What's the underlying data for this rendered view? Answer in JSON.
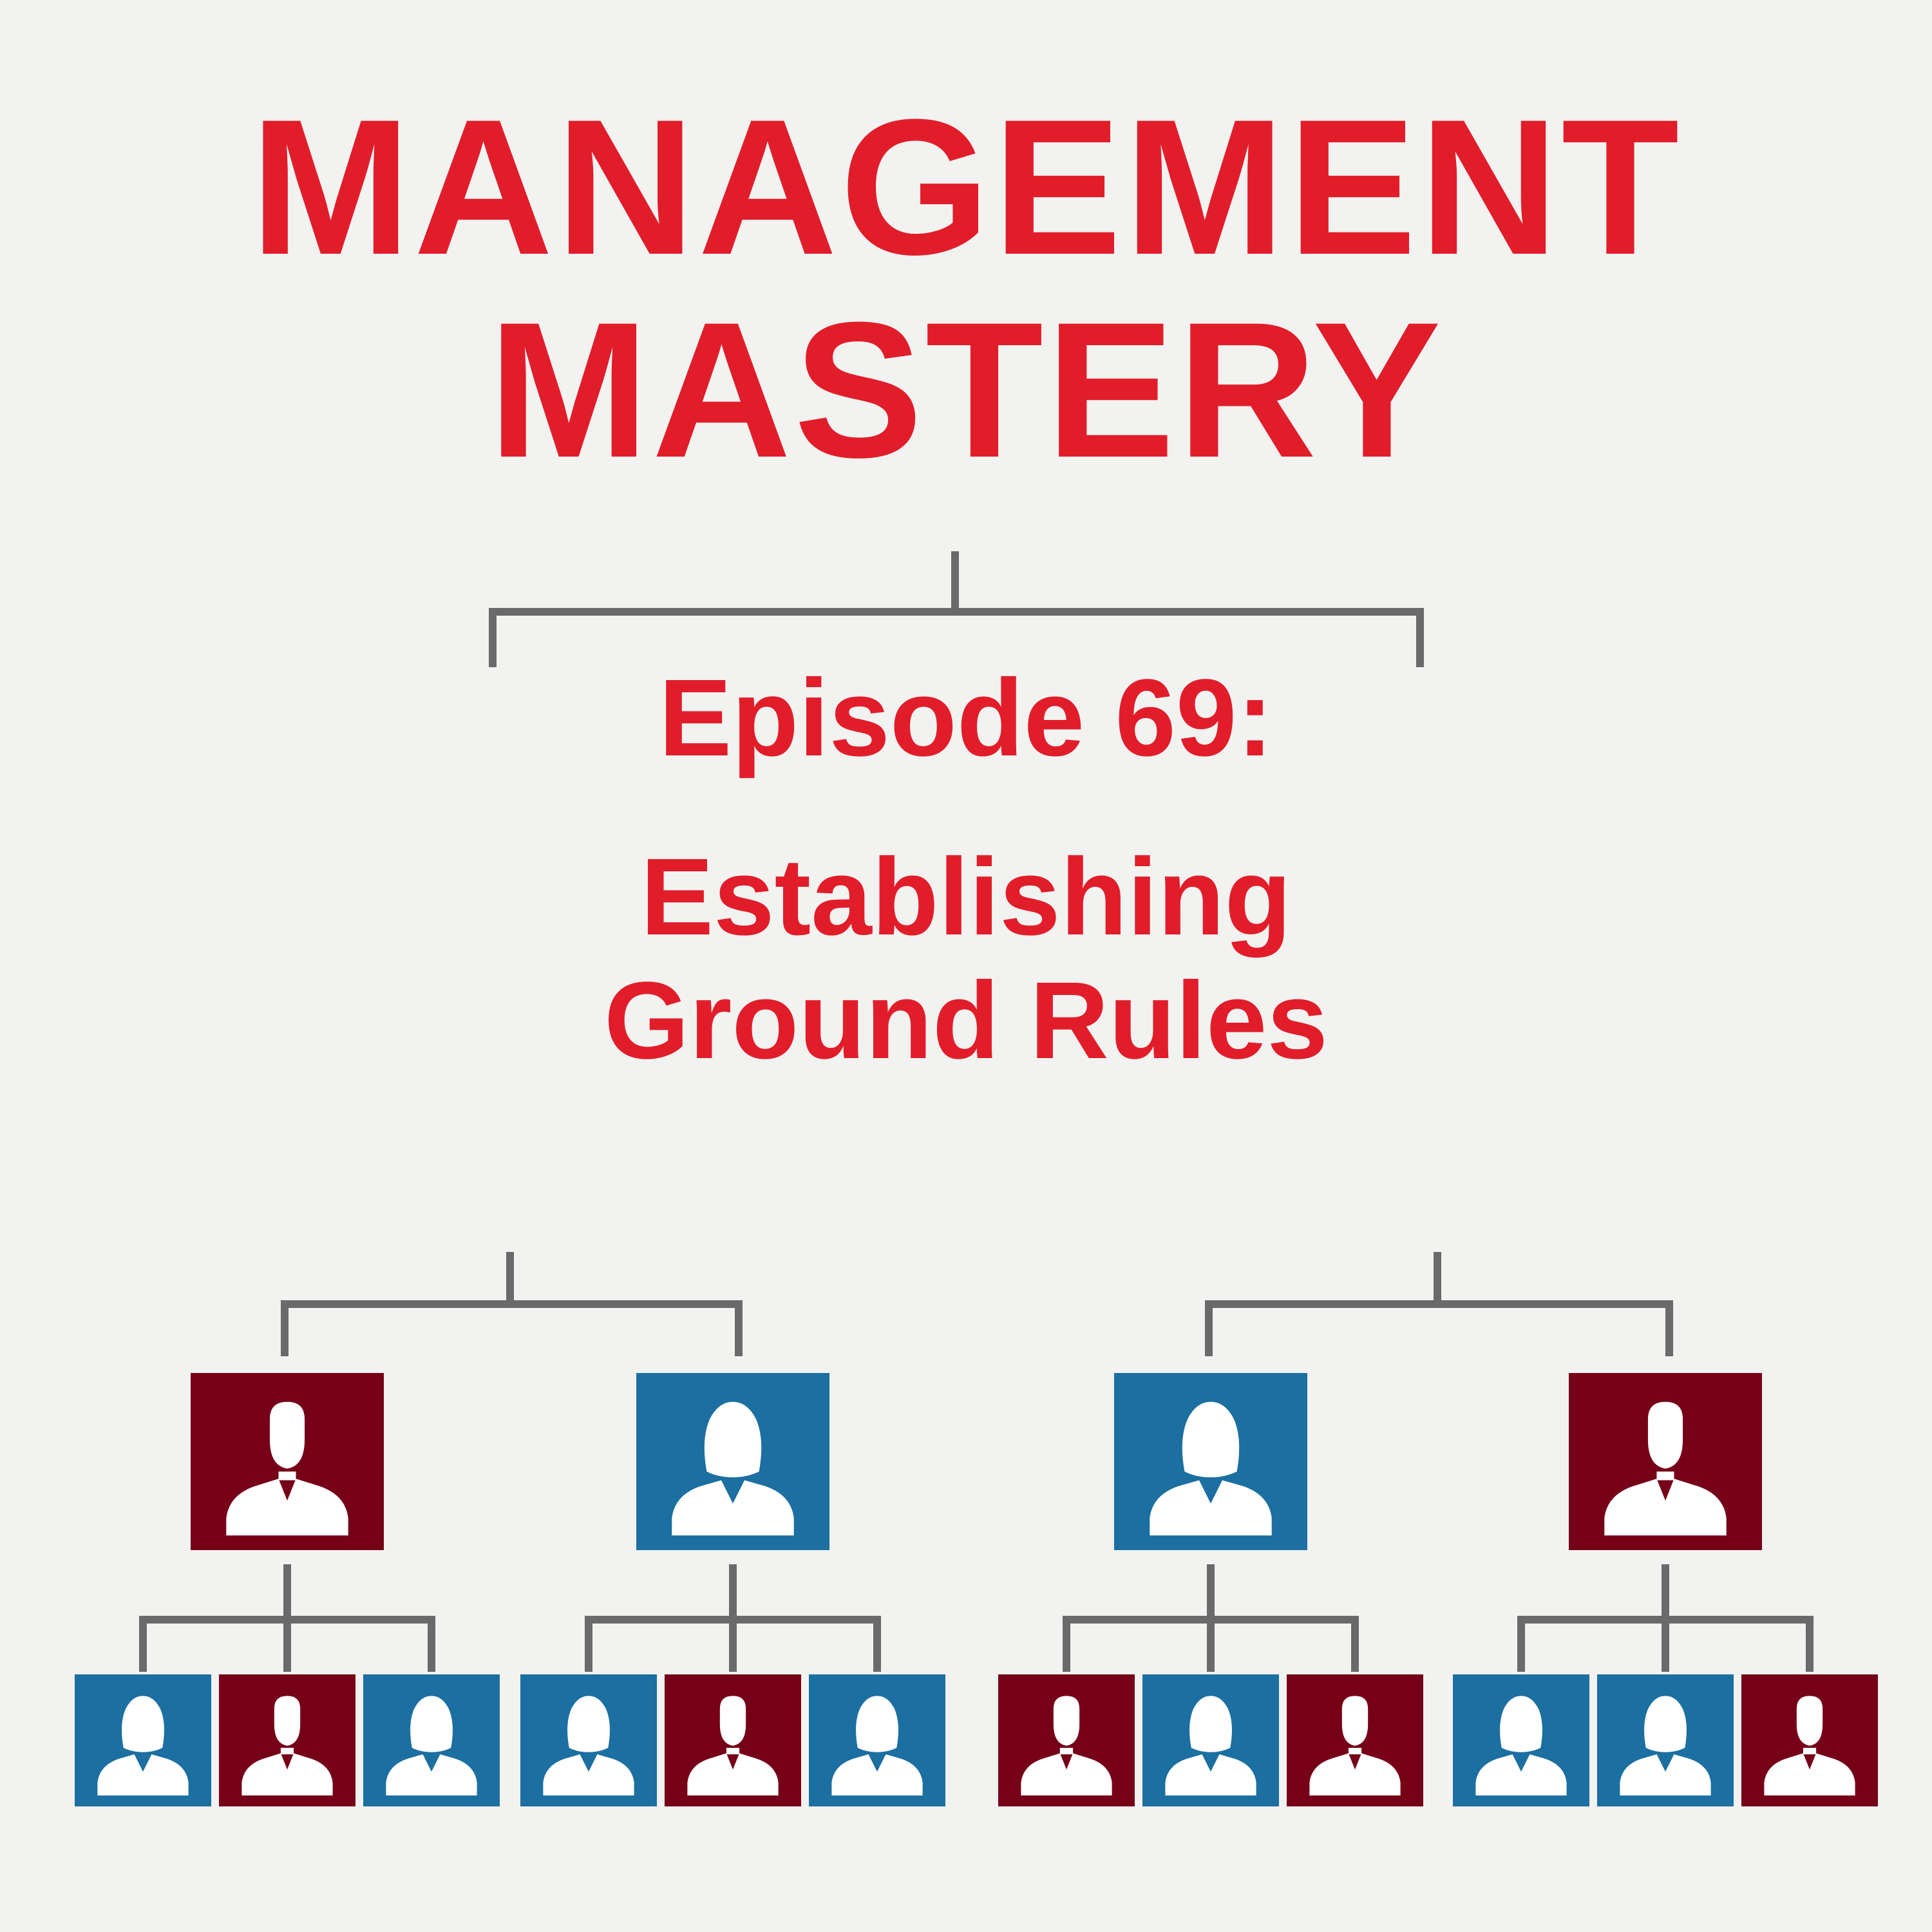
{
  "title": {
    "line_1": "MANAGEMENT",
    "line_2": "MASTERY"
  },
  "episode": {
    "label": "Episode 69:",
    "topic_line_1": "Establishing",
    "topic_line_2": "Ground Rules"
  },
  "colors": {
    "title_red": "#e11d2a",
    "male_tile": "#760018",
    "female_tile": "#1b6fa1",
    "connector_gray": "#6a6a6a",
    "background": "#f2f2f1",
    "silhouette": "#ffffff"
  },
  "org_chart": {
    "managers": [
      {
        "icon": "businessman-icon",
        "reports": [
          "businesswoman-icon",
          "businessman-icon",
          "businesswoman-icon"
        ]
      },
      {
        "icon": "businesswoman-icon",
        "reports": [
          "businesswoman-icon",
          "businessman-icon",
          "businesswoman-icon"
        ]
      },
      {
        "icon": "businesswoman-icon",
        "reports": [
          "businessman-icon",
          "businesswoman-icon",
          "businessman-icon"
        ]
      },
      {
        "icon": "businessman-icon",
        "reports": [
          "businesswoman-icon",
          "businesswoman-icon",
          "businessman-icon"
        ]
      }
    ]
  }
}
